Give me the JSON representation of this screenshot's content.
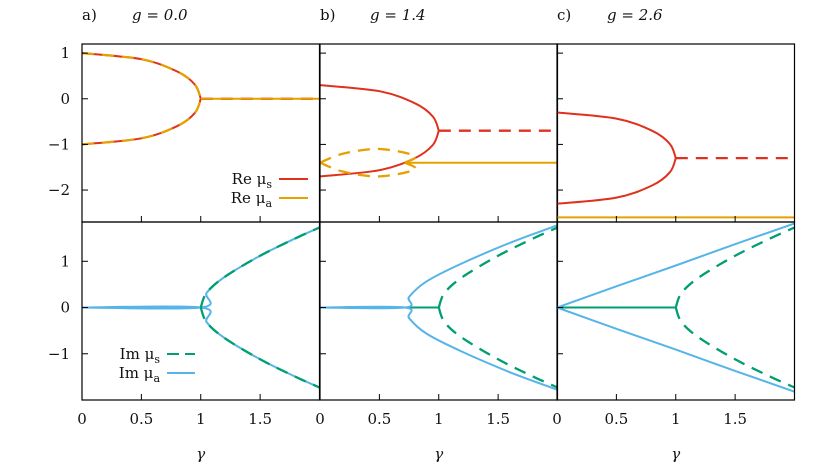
{
  "colors": {
    "re_s": "#e0301e",
    "re_a": "#e6a000",
    "im_s": "#009e73",
    "im_a": "#56b4e9",
    "axis": "#000000"
  },
  "chart_data": [
    {
      "type": "line",
      "label": "a)",
      "param": "g = 0.0",
      "g": 0.0,
      "panel_row": "top",
      "ylim": [
        -2.7,
        1.2
      ],
      "xlim": [
        0,
        2
      ],
      "yticks": [
        "1",
        "0",
        "−1",
        "−2"
      ],
      "ytick_values": [
        1,
        0,
        -1,
        -2
      ],
      "xticks": [
        "0",
        "0.5",
        "1",
        "1.5"
      ],
      "xtick_values": [
        0,
        0.5,
        1,
        1.5
      ],
      "legend": {
        "position": "bottom-right",
        "entries": [
          {
            "text": "Re μ",
            "sub": "s",
            "series": "Re mu_s"
          },
          {
            "text": "Re μ",
            "sub": "a",
            "series": "Re mu_a"
          }
        ]
      },
      "series": [
        {
          "name": "Re mu_s",
          "style": "solid",
          "x": [
            0,
            0.5,
            0.8,
            0.95,
            1.0
          ],
          "y": [
            1.0,
            0.866,
            0.6,
            0.312,
            0.0
          ]
        },
        {
          "name": "Re mu_s",
          "style": "solid",
          "x": [
            0,
            0.5,
            0.8,
            0.95,
            1.0
          ],
          "y": [
            -1.0,
            -0.866,
            -0.6,
            -0.312,
            0.0
          ]
        },
        {
          "name": "Re mu_s",
          "style": "dashed",
          "x": [
            1.0,
            2.0
          ],
          "y": [
            0.0,
            0.0
          ]
        },
        {
          "name": "Re mu_a",
          "style": "dashed",
          "x": [
            0,
            0.5,
            0.8,
            0.95,
            1.0
          ],
          "y": [
            1.0,
            0.866,
            0.6,
            0.312,
            0.0
          ]
        },
        {
          "name": "Re mu_a",
          "style": "dashed",
          "x": [
            0,
            0.5,
            0.8,
            0.95,
            1.0
          ],
          "y": [
            -1.0,
            -0.866,
            -0.6,
            -0.312,
            0.0
          ]
        },
        {
          "name": "Re mu_a",
          "style": "solid",
          "x": [
            1.0,
            2.0
          ],
          "y": [
            0.0,
            0.0
          ]
        }
      ]
    },
    {
      "type": "line",
      "label": "b)",
      "param": "g = 1.4",
      "g": 1.4,
      "panel_row": "top",
      "ylim": [
        -2.7,
        1.2
      ],
      "xlim": [
        0,
        2
      ],
      "series": [
        {
          "name": "Re mu_s",
          "style": "solid",
          "x": [
            0,
            0.5,
            0.8,
            0.95,
            1.0
          ],
          "y": [
            0.3,
            0.166,
            -0.1,
            -0.388,
            -0.7
          ]
        },
        {
          "name": "Re mu_s",
          "style": "solid",
          "x": [
            0,
            0.5,
            0.8,
            0.95,
            1.0
          ],
          "y": [
            -1.7,
            -1.566,
            -1.3,
            -1.012,
            -0.7
          ]
        },
        {
          "name": "Re mu_s",
          "style": "dashed",
          "x": [
            1.0,
            2.0
          ],
          "y": [
            -0.7,
            -0.7
          ]
        },
        {
          "name": "Re mu_a",
          "style": "dashed",
          "x": [
            0,
            0.2,
            0.5,
            0.8,
            0.714
          ],
          "y": [
            -1.4,
            -1.2,
            -1.1,
            -1.25,
            -1.4
          ]
        },
        {
          "name": "Re mu_a",
          "style": "dashed",
          "x": [
            0,
            0.2,
            0.5,
            0.8,
            0.714
          ],
          "y": [
            -1.4,
            -1.6,
            -1.7,
            -1.55,
            -1.4
          ]
        },
        {
          "name": "Re mu_a",
          "style": "solid",
          "x": [
            0.714,
            2.0
          ],
          "y": [
            -1.4,
            -1.4
          ]
        }
      ]
    },
    {
      "type": "line",
      "label": "c)",
      "param": "g = 2.6",
      "g": 2.6,
      "panel_row": "top",
      "ylim": [
        -2.7,
        1.2
      ],
      "xlim": [
        0,
        2
      ],
      "series": [
        {
          "name": "Re mu_s",
          "style": "solid",
          "x": [
            0,
            0.5,
            0.8,
            0.95,
            1.0
          ],
          "y": [
            -0.3,
            -0.434,
            -0.7,
            -0.988,
            -1.3
          ]
        },
        {
          "name": "Re mu_s",
          "style": "solid",
          "x": [
            0,
            0.5,
            0.8,
            0.95,
            1.0
          ],
          "y": [
            -2.3,
            -2.166,
            -1.9,
            -1.612,
            -1.3
          ]
        },
        {
          "name": "Re mu_s",
          "style": "dashed",
          "x": [
            1.0,
            2.0
          ],
          "y": [
            -1.3,
            -1.3
          ]
        },
        {
          "name": "Re mu_a",
          "style": "solid",
          "x": [
            0,
            2.0
          ],
          "y": [
            -2.6,
            -2.6
          ]
        }
      ]
    },
    {
      "type": "line",
      "label": "a)",
      "param": "g = 0.0",
      "g": 0.0,
      "panel_row": "bottom",
      "ylim": [
        -2.0,
        1.85
      ],
      "xlim": [
        0,
        2
      ],
      "xlabel": "γ",
      "yticks": [
        "1",
        "0",
        "−1"
      ],
      "ytick_values": [
        1,
        0,
        -1
      ],
      "xticks": [
        "0",
        "0.5",
        "1",
        "1.5"
      ],
      "xtick_values": [
        0,
        0.5,
        1,
        1.5
      ],
      "legend": {
        "position": "bottom-left",
        "entries": [
          {
            "text": "Im μ",
            "sub": "s",
            "series": "Im mu_s"
          },
          {
            "text": "Im μ",
            "sub": "a",
            "series": "Im mu_a"
          }
        ]
      },
      "series": [
        {
          "name": "Im mu_a",
          "style": "solid",
          "x": [
            0,
            1.0,
            1.05,
            1.2,
            1.5,
            1.8,
            2.0
          ],
          "y": [
            0,
            0,
            0.32,
            0.66,
            1.12,
            1.5,
            1.73
          ]
        },
        {
          "name": "Im mu_a",
          "style": "solid",
          "x": [
            0,
            1.0,
            1.05,
            1.2,
            1.5,
            1.8,
            2.0
          ],
          "y": [
            0,
            0,
            -0.32,
            -0.66,
            -1.12,
            -1.5,
            -1.73
          ]
        },
        {
          "name": "Im mu_s",
          "style": "dashed",
          "x": [
            1.0,
            1.05,
            1.2,
            1.5,
            1.8,
            2.0
          ],
          "y": [
            0,
            0.32,
            0.66,
            1.12,
            1.5,
            1.73
          ]
        },
        {
          "name": "Im mu_s",
          "style": "dashed",
          "x": [
            1.0,
            1.05,
            1.2,
            1.5,
            1.8,
            2.0
          ],
          "y": [
            0,
            -0.32,
            -0.66,
            -1.12,
            -1.5,
            -1.73
          ]
        }
      ]
    },
    {
      "type": "line",
      "label": "b)",
      "param": "g = 1.4",
      "g": 1.4,
      "panel_row": "bottom",
      "ylim": [
        -2.0,
        1.85
      ],
      "xlim": [
        0,
        2
      ],
      "xlabel": "γ",
      "xticks": [
        "0",
        "0.5",
        "1",
        "1.5"
      ],
      "xtick_values": [
        0,
        0.5,
        1,
        1.5
      ],
      "series": [
        {
          "name": "Im mu_s",
          "style": "solid",
          "x": [
            0,
            1.0
          ],
          "y": [
            0,
            0
          ]
        },
        {
          "name": "Im mu_s",
          "style": "dashed",
          "x": [
            1.0,
            1.05,
            1.2,
            1.5,
            1.8,
            2.0
          ],
          "y": [
            0,
            0.32,
            0.66,
            1.12,
            1.5,
            1.73
          ]
        },
        {
          "name": "Im mu_s",
          "style": "dashed",
          "x": [
            1.0,
            1.05,
            1.2,
            1.5,
            1.8,
            2.0
          ],
          "y": [
            0,
            -0.32,
            -0.66,
            -1.12,
            -1.5,
            -1.73
          ]
        },
        {
          "name": "Im mu_a",
          "style": "solid",
          "x": [
            0,
            0.714,
            0.75,
            0.9,
            1.2,
            1.6,
            2.0
          ],
          "y": [
            0,
            0,
            0.23,
            0.57,
            0.96,
            1.4,
            1.78
          ]
        },
        {
          "name": "Im mu_a",
          "style": "solid",
          "x": [
            0,
            0.714,
            0.75,
            0.9,
            1.2,
            1.6,
            2.0
          ],
          "y": [
            0,
            0,
            -0.23,
            -0.57,
            -0.96,
            -1.4,
            -1.78
          ]
        }
      ]
    },
    {
      "type": "line",
      "label": "c)",
      "param": "g = 2.6",
      "g": 2.6,
      "panel_row": "bottom",
      "ylim": [
        -2.0,
        1.85
      ],
      "xlim": [
        0,
        2
      ],
      "xlabel": "γ",
      "xticks": [
        "0",
        "0.5",
        "1",
        "1.5"
      ],
      "xtick_values": [
        0,
        0.5,
        1,
        1.5
      ],
      "series": [
        {
          "name": "Im mu_s",
          "style": "solid",
          "x": [
            0,
            1.0
          ],
          "y": [
            0,
            0
          ]
        },
        {
          "name": "Im mu_s",
          "style": "dashed",
          "x": [
            1.0,
            1.05,
            1.2,
            1.5,
            1.8,
            2.0
          ],
          "y": [
            0,
            0.32,
            0.66,
            1.12,
            1.5,
            1.73
          ]
        },
        {
          "name": "Im mu_s",
          "style": "dashed",
          "x": [
            1.0,
            1.05,
            1.2,
            1.5,
            1.8,
            2.0
          ],
          "y": [
            0,
            -0.32,
            -0.66,
            -1.12,
            -1.5,
            -1.73
          ]
        },
        {
          "name": "Im mu_a",
          "style": "solid",
          "x": [
            0,
            0.5,
            1.0,
            1.5,
            2.0
          ],
          "y": [
            0,
            0.46,
            0.91,
            1.37,
            1.82
          ]
        },
        {
          "name": "Im mu_a",
          "style": "solid",
          "x": [
            0,
            0.5,
            1.0,
            1.5,
            2.0
          ],
          "y": [
            0,
            -0.46,
            -0.91,
            -1.37,
            -1.82
          ]
        }
      ]
    }
  ]
}
